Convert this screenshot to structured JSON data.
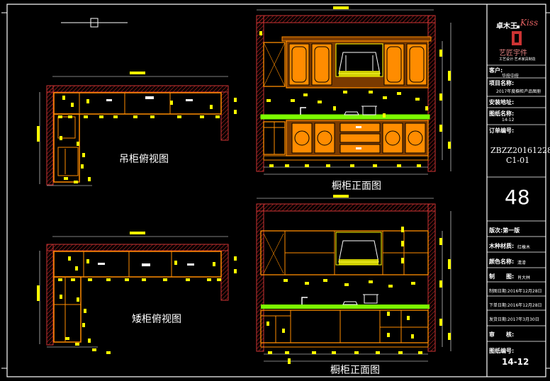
{
  "views": {
    "upper_plan_label": "吊柜俯视图",
    "base_plan_label": "矮柜俯视图",
    "upper_elevation_label": "橱柜正面图",
    "lower_elevation_label": "橱柜正面图"
  },
  "title_block": {
    "brand_name": "卓木王",
    "brand_script": "Kiss",
    "brand_seal_text": "艺匠宇件",
    "brand_small_print": "工艺设计·艺术家具制造",
    "client_label": "客户:",
    "client_value": "华府中府",
    "project_label": "项目名称:",
    "project_value": "2017年度橱柜产品图册",
    "address_label": "安装地址:",
    "drawing_name_label": "图纸名称:",
    "drawing_name_value": "14-12",
    "order_label": "订单编号:",
    "order_no": "ZBZZ20161228",
    "order_suffix": "C1-01",
    "sheet_number": "48",
    "version_label": "版次:第一版",
    "material_label": "木种材质:",
    "material_value": "红橡木",
    "color_label": "颜色名称:",
    "color_value": "清漆",
    "drafter_label": "制　　图:",
    "drafter_value": "肖大林",
    "drawn_date": "制图日期:2016年12月28日",
    "issue_date": "下单日期:2016年12月28日",
    "delivery_date": "发货日期:2017年3月30日",
    "review_label": "审　　核:",
    "drawing_no_label": "图纸编号:",
    "drawing_no_value": "14-12"
  },
  "colors": {
    "background": "#000000",
    "frame": "#ffffff",
    "wall": "#cc3333",
    "cabinet": "#ff8c00",
    "cabinet_fill": "#7a3a00",
    "dimension": "#ffff00",
    "countertop": "#7cfc00",
    "appliance": "#ffffff",
    "hatch": "#aa2222"
  }
}
